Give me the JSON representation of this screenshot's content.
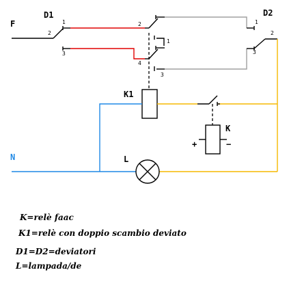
{
  "colors": {
    "black": "#000000",
    "red": "#e00000",
    "gray": "#a0a0a0",
    "blue": "#1e88e5",
    "yellow": "#f5b800"
  },
  "labels": {
    "F": "F",
    "N": "N",
    "D1": "D1",
    "D2": "D2",
    "K1": "K1",
    "K": "K",
    "L": "L",
    "plus": "+",
    "minus": "−"
  },
  "terminals": {
    "d1_1": "1",
    "d1_2": "2",
    "d1_3": "3",
    "k1_2": "2",
    "k1_1": "1",
    "k1_4": "4",
    "k1_3": "3",
    "d2_1": "1",
    "d2_2": "2",
    "d2_3": "3"
  },
  "legend": [
    "K=relè faac",
    "K1=relè con doppio scambio deviato",
    "D1=D2=deviatori",
    "L=lampada/de"
  ]
}
